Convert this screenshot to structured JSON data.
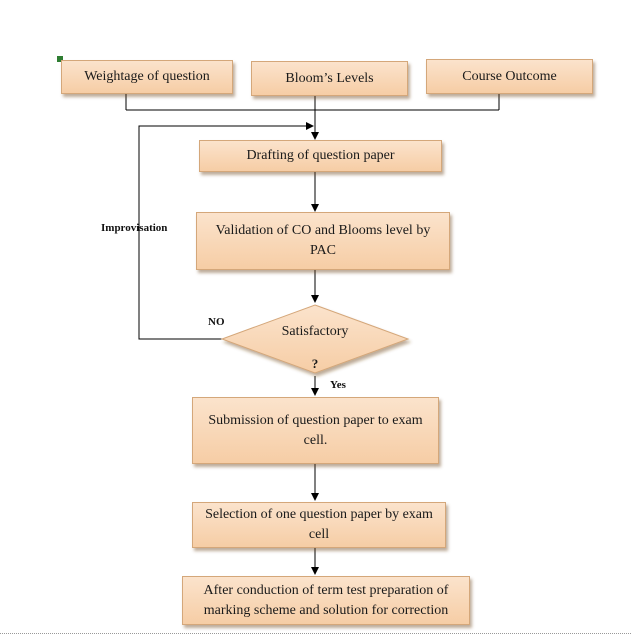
{
  "inputs": {
    "weightage": "Weightage of question",
    "blooms": "Bloom’s Levels",
    "course_outcome": "Course Outcome"
  },
  "steps": {
    "drafting": "Drafting of question paper",
    "validation": "Validation of CO and Blooms level by PAC",
    "decision": "Satisfactory",
    "decision_mark": "?",
    "submission": "Submission of question paper to exam cell.",
    "selection": "Selection of one question paper by exam cell",
    "after": "After conduction of term test preparation of marking scheme and solution for correction"
  },
  "labels": {
    "improvisation": "Improvisation",
    "no": "NO",
    "yes": "Yes"
  },
  "colors": {
    "box_top": "#fbe3cc",
    "box_bottom": "#f6cda5",
    "line": "#000000"
  }
}
